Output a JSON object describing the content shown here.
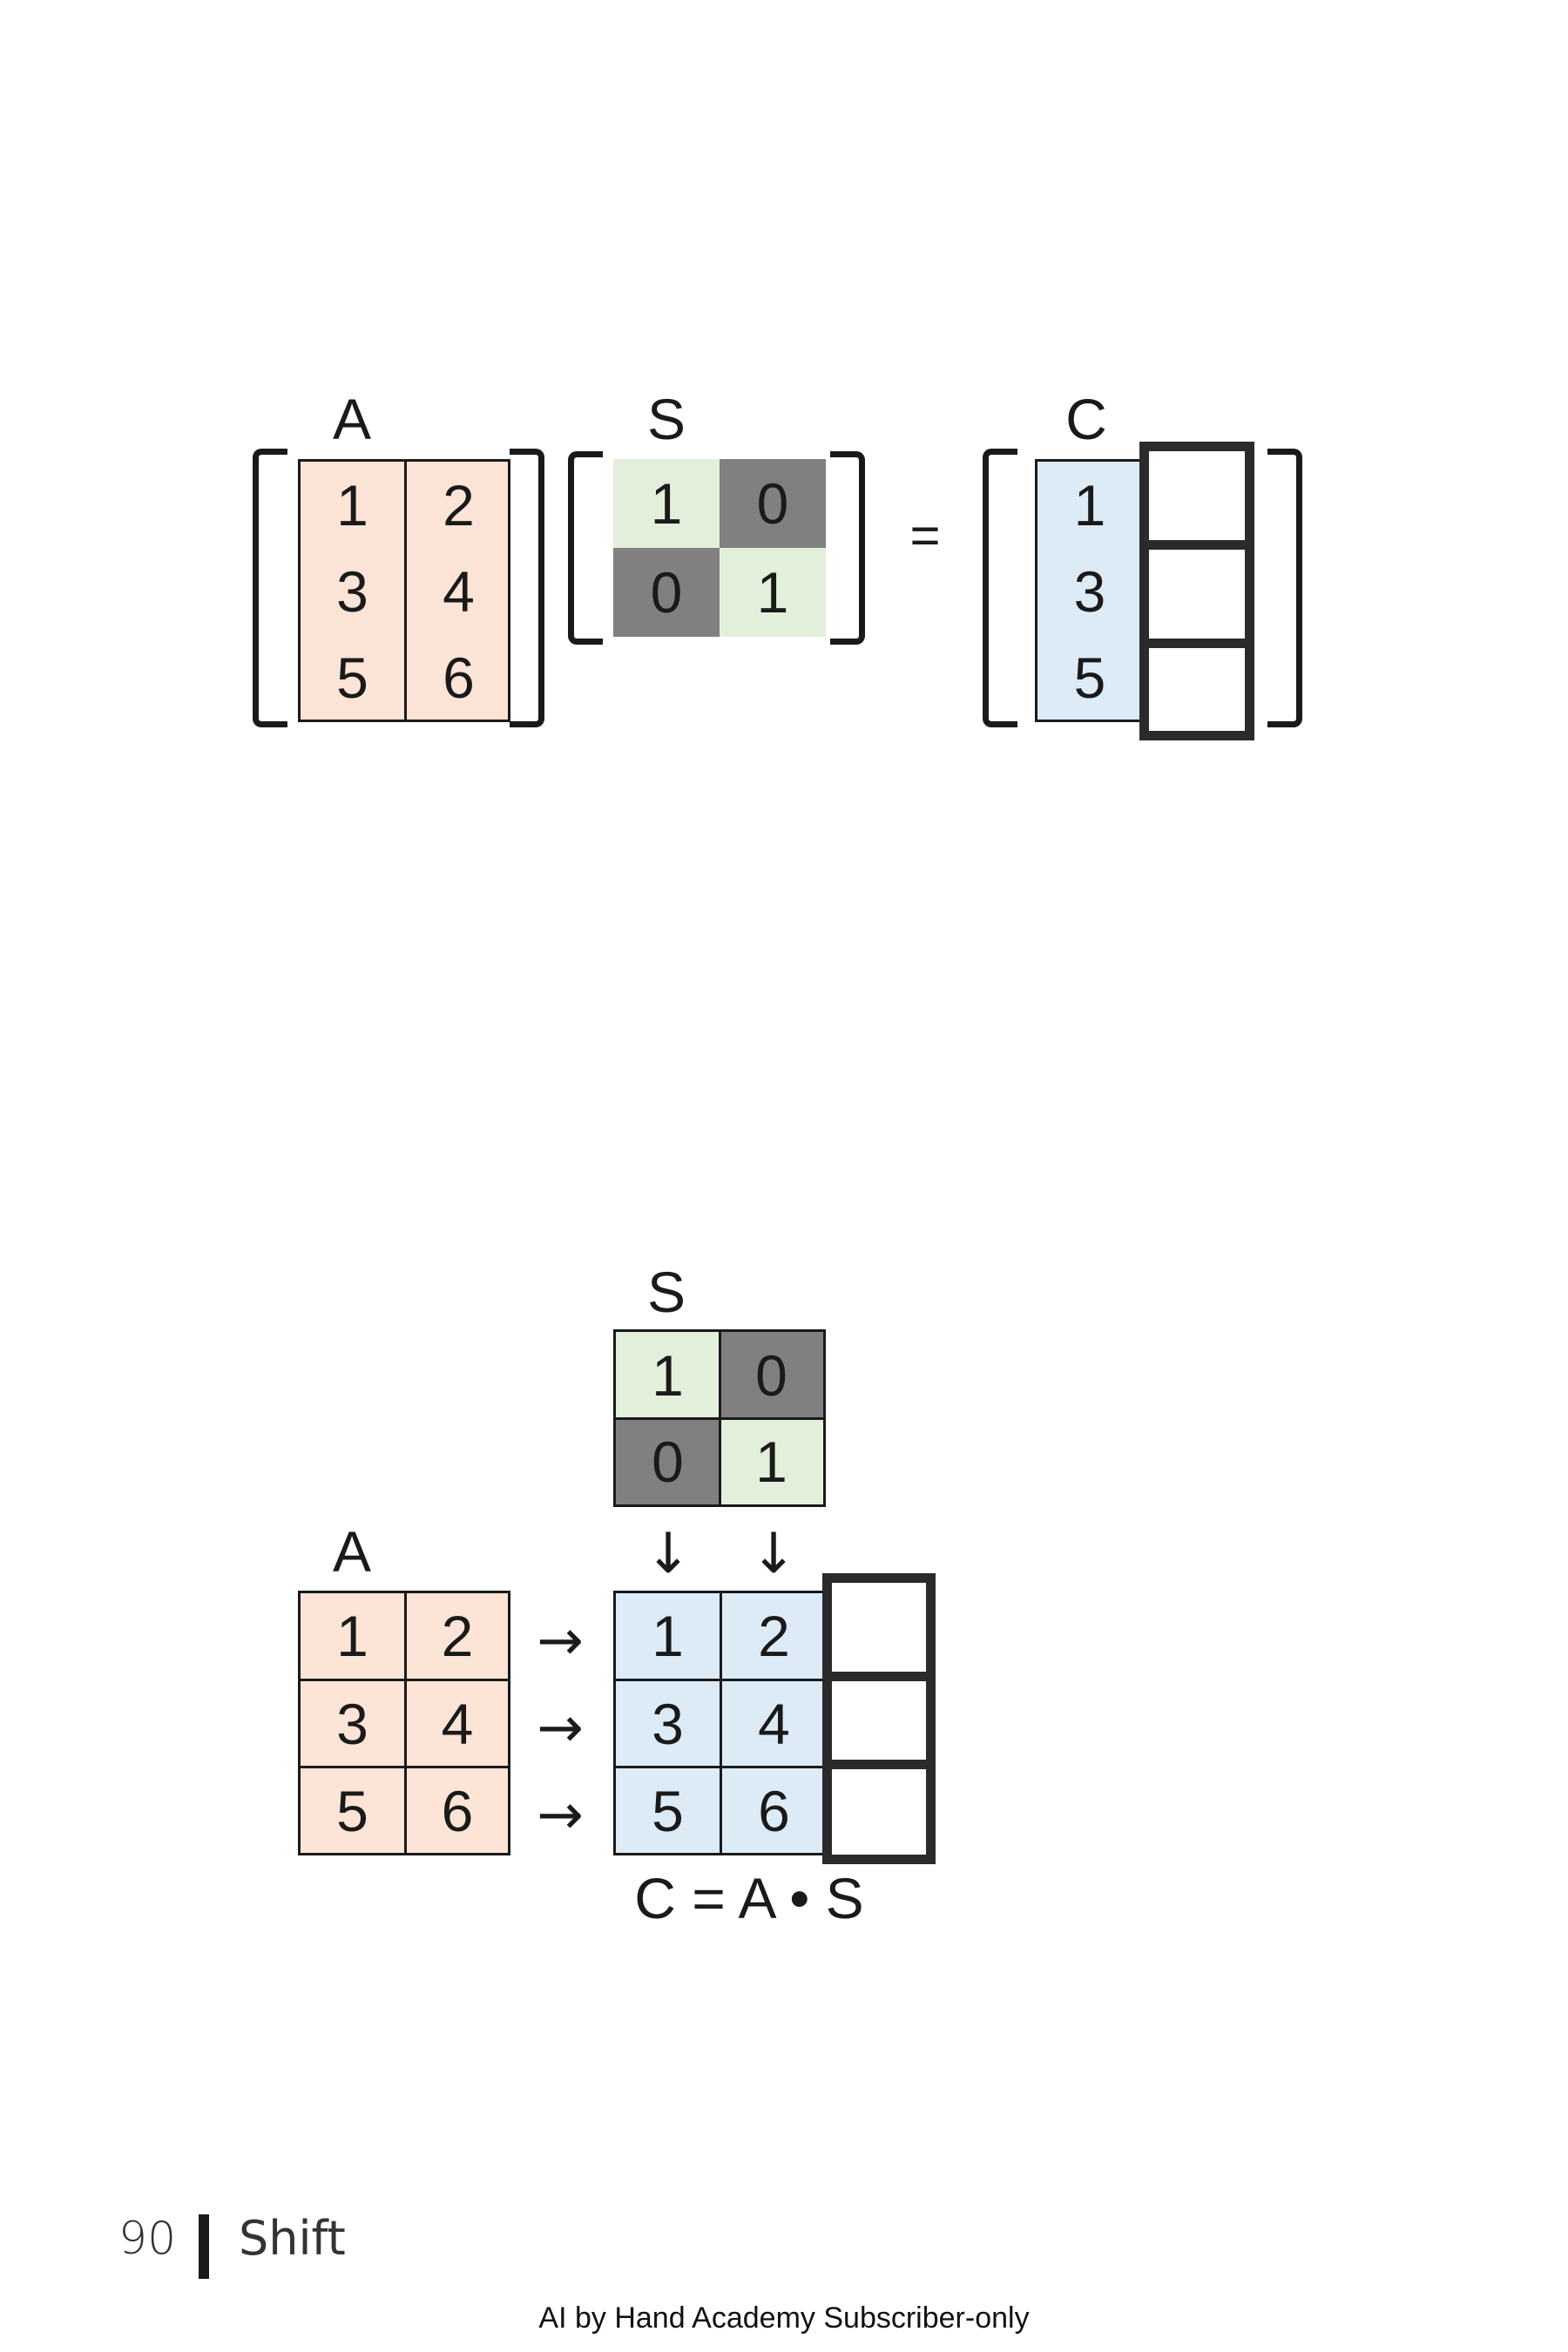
{
  "colors": {
    "a_fill": "#fce4d6",
    "s_light": "#e2efda",
    "s_dark": "#808080",
    "c_fill": "#ddebf7",
    "ink": "#1a1a1a"
  },
  "top": {
    "label_a": "A",
    "label_s": "S",
    "label_c": "C",
    "equals": "=",
    "a_cells": [
      "1",
      "2",
      "3",
      "4",
      "5",
      "6"
    ],
    "s_cells": [
      "1",
      "0",
      "0",
      "1"
    ],
    "c_cells": [
      "1",
      "3",
      "5"
    ]
  },
  "bottom": {
    "label_s": "S",
    "label_a": "A",
    "s_cells": [
      "1",
      "0",
      "0",
      "1"
    ],
    "a_cells": [
      "1",
      "2",
      "3",
      "4",
      "5",
      "6"
    ],
    "c_cells": [
      "1",
      "2",
      "3",
      "4",
      "5",
      "6"
    ],
    "down_arrow": "↓",
    "right_arrow": "→",
    "equation": "C = A • S"
  },
  "footer": {
    "page_number": "90",
    "section_title": "Shift",
    "credit": "AI by Hand Academy Subscriber-only"
  }
}
